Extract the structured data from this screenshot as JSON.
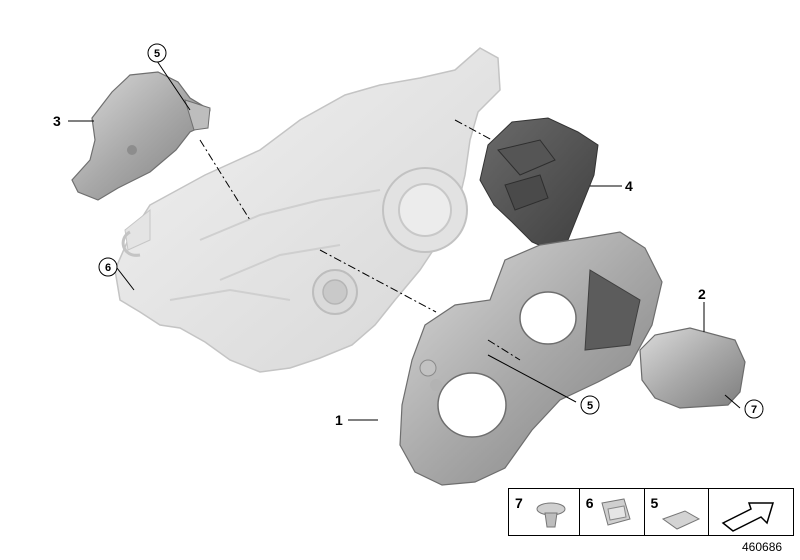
{
  "document_number": "460686",
  "callouts": {
    "part1": "1",
    "part2": "2",
    "part3": "3",
    "part4": "4",
    "ref5_top": "5",
    "ref5_mid": "5",
    "ref6_left": "6",
    "ref7_right": "7"
  },
  "legend": {
    "cell7": "7",
    "cell6": "6",
    "cell5": "5"
  }
}
